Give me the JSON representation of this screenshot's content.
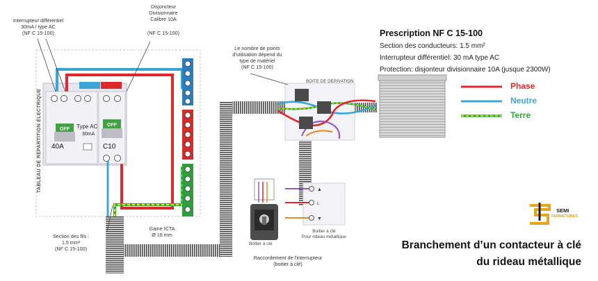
{
  "colors": {
    "phase": "#e0282b",
    "neutre": "#3aa6d6",
    "terre_green": "#2fa83b",
    "terre_yellow": "#f2e41c",
    "accent_gold": "#e6a51a",
    "panel_bg": "#e8e8ef",
    "gaine": "#555555"
  },
  "labels": {
    "interrupteur_diff": [
      "Interrupteur différentiel",
      "30mA / type AC",
      "(NF C 15-100)"
    ],
    "disjoncteur": [
      "Disjoncteur",
      "Divisionnaire",
      "Calibre 10A"
    ],
    "disjoncteur_norme": "(NF C 15-100)",
    "panel_title": "TABLEAU DE RÉPARTITION ÉLECTRIQUE",
    "breaker1_off": "OFF",
    "breaker1_type": "Type AC",
    "breaker1_ma": "30mA",
    "breaker1_rating": "40A",
    "breaker2_off": "OFF",
    "breaker2_rating": "C10",
    "points": [
      "Le nombre de points",
      "d'utilisation dépend du",
      "type de matériel",
      "(NF C 15-100)"
    ],
    "boite_derivation": "BOITE DE DERIVATION",
    "section_fils": [
      "Section des fils :",
      "1.5 mm²",
      "(NF C 15-100)"
    ],
    "gaine": [
      "Gaine ICTA",
      "Ø 16 mm"
    ],
    "boitier_small": "Boitier à clé",
    "boitier_right": [
      "Boitier à clé",
      "Pour rideau métallique"
    ],
    "raccordement": [
      "Raccordement  de l'interrupteur",
      "(boitier à clé)"
    ],
    "terminal_l": "L"
  },
  "prescription": {
    "title": "Prescription NF C 15-100",
    "line1": "Section des conducteurs: 1.5 mm²",
    "line2": "Interrupteur différentiel: 30 mA type AC",
    "line3": "Protection: disjonteur divisionnaire 10A (jusque 2300W)"
  },
  "legend": {
    "phase": "Phase",
    "neutre": "Neutre",
    "terre": "Terre"
  },
  "bottom_title": {
    "line1": "Branchement d’un contacteur à clé",
    "line2": "du rideau métallique"
  },
  "logo": {
    "line1": "SEMI",
    "line2": "FERMETURES"
  }
}
